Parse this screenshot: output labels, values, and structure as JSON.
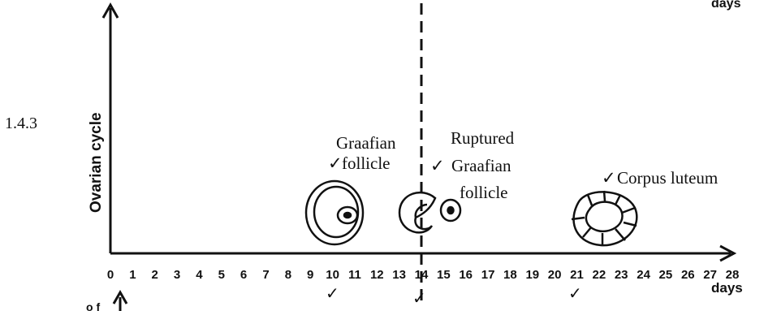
{
  "question": {
    "number": "1.4.3"
  },
  "top_days_label": "days",
  "y_axis_label": "Ovarian cycle",
  "x_axis": {
    "ticks": [
      "0",
      "1",
      "2",
      "3",
      "4",
      "5",
      "6",
      "7",
      "8",
      "9",
      "10",
      "11",
      "12",
      "13",
      "14",
      "15",
      "16",
      "17",
      "18",
      "19",
      "20",
      "21",
      "22",
      "23",
      "24",
      "25",
      "26",
      "27",
      "28"
    ],
    "unit_label": "days"
  },
  "annotations": {
    "graafian_line1": "Graafian",
    "graafian_line2": "follicle",
    "ruptured_line1": "Ruptured",
    "ruptured_line2": "Graafian",
    "ruptured_line3": "follicle",
    "corpus_luteum": "Corpus luteum",
    "tick_mark": "✓"
  },
  "bottom_partial_label": "o f"
}
